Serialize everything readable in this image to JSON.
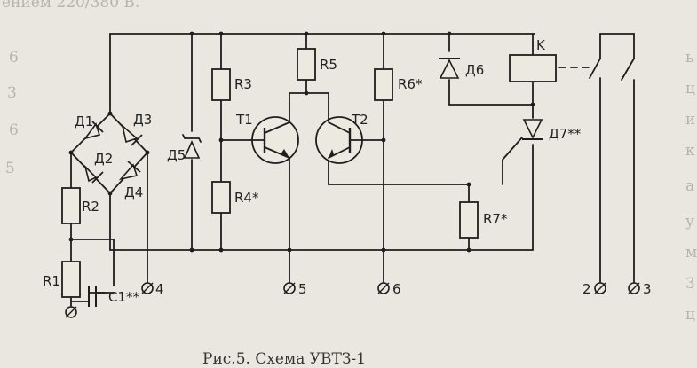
{
  "header_fragment": "ением 220/380 В.",
  "caption": "Рис.5. Схема УВТЗ-1",
  "components": {
    "R1": "R1",
    "R2": "R2",
    "R3": "R3",
    "R4": "R4*",
    "R5": "R5",
    "R6": "R6*",
    "R7": "R7*",
    "C1": "C1**",
    "D1": "Д1",
    "D2": "Д2",
    "D3": "Д3",
    "D4": "Д4",
    "D5": "Д5",
    "D6": "Д6",
    "D7": "Д7**",
    "T1": "T1",
    "T2": "T2",
    "K": "K"
  },
  "terminals": {
    "t2": "2",
    "t3": "3",
    "t4": "4",
    "t5": "5",
    "t6": "6"
  },
  "background_text": [
    "6",
    "3",
    "6",
    "5",
    "ь",
    "ц",
    "и",
    "к",
    "а",
    "у",
    "м",
    "3",
    "ц"
  ]
}
